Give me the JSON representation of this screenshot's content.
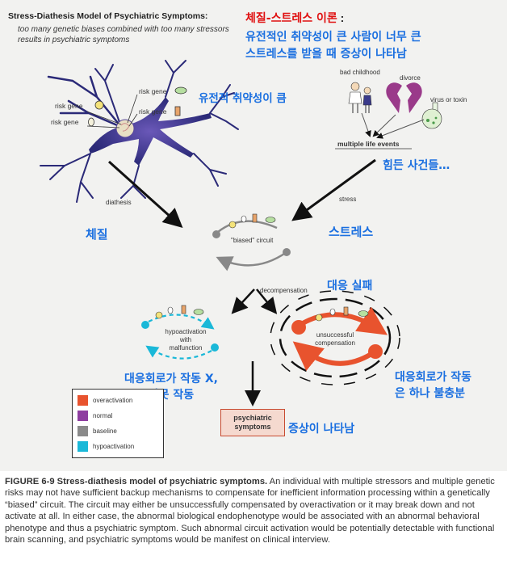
{
  "header": {
    "title": "Stress-Diathesis Model of Psychiatric Symptoms:",
    "subtitle": "too many genetic biases combined with too many stressors results in psychiatric symptoms"
  },
  "korean": {
    "theory_title": "체질-스트레스 이론",
    "theory_colon": ":",
    "theory_line1": "유전적인 취약성이 큰 사람이 너무 큰",
    "theory_line2": "스트레스를 받을 때 증상이 나타남",
    "genetic": "유전적 취약성이 큼",
    "life_events": "힘든 사건들…",
    "diathesis": "체질",
    "stress": "스트레스",
    "failure": "대응 실패",
    "malfunction_line1": "대응회로가 작동 X,",
    "malfunction_line2": "잘못 작동",
    "insufficient_line1": "대응회로가 작동",
    "insufficient_line2": "은 하나 불충분",
    "symptom": "증상이 나타남"
  },
  "neuron": {
    "risk_gene_labels": [
      "risk gene",
      "risk gene",
      "risk gene",
      "risk gene"
    ]
  },
  "stressors": {
    "bad_childhood": "bad childhood",
    "divorce": "divorce",
    "virus": "virus or toxin",
    "multiple": "multiple life events"
  },
  "flow": {
    "diathesis": "diathesis",
    "stress": "stress",
    "biased": "\"biased\" circuit",
    "decompensation": "decompensation",
    "hypo_line1": "hypoactivation",
    "hypo_line2": "with",
    "hypo_line3": "malfunction",
    "unsucc_line1": "unsuccessful",
    "unsucc_line2": "compensation",
    "symptoms_line1": "psychiatric",
    "symptoms_line2": "symptoms"
  },
  "legend": {
    "items": [
      {
        "label": "overactivation",
        "color": "#e8532e"
      },
      {
        "label": "normal",
        "color": "#8e3ea0"
      },
      {
        "label": "baseline",
        "color": "#8a8a8a"
      },
      {
        "label": "hypoactivation",
        "color": "#1ab8d8"
      }
    ]
  },
  "caption": {
    "figure": "FIGURE 6-9 Stress-diathesis model of psychiatric symptoms.",
    "text": " An individual with multiple stressors and multiple genetic risks may not have sufficient backup mechanisms to compensate for inefficient information processing within a genetically “biased” circuit. The circuit may either be unsuccessfully compensated by overactivation or it may break down and not activate at all. In either case, the abnormal biological endophenotype would be associated with an abnormal behavioral phenotype and thus a psychiatric symptom. Such abnormal circuit activation would be potentially detectable with functional brain scanning, and psychiatric symptoms would be manifest on clinical interview."
  }
}
